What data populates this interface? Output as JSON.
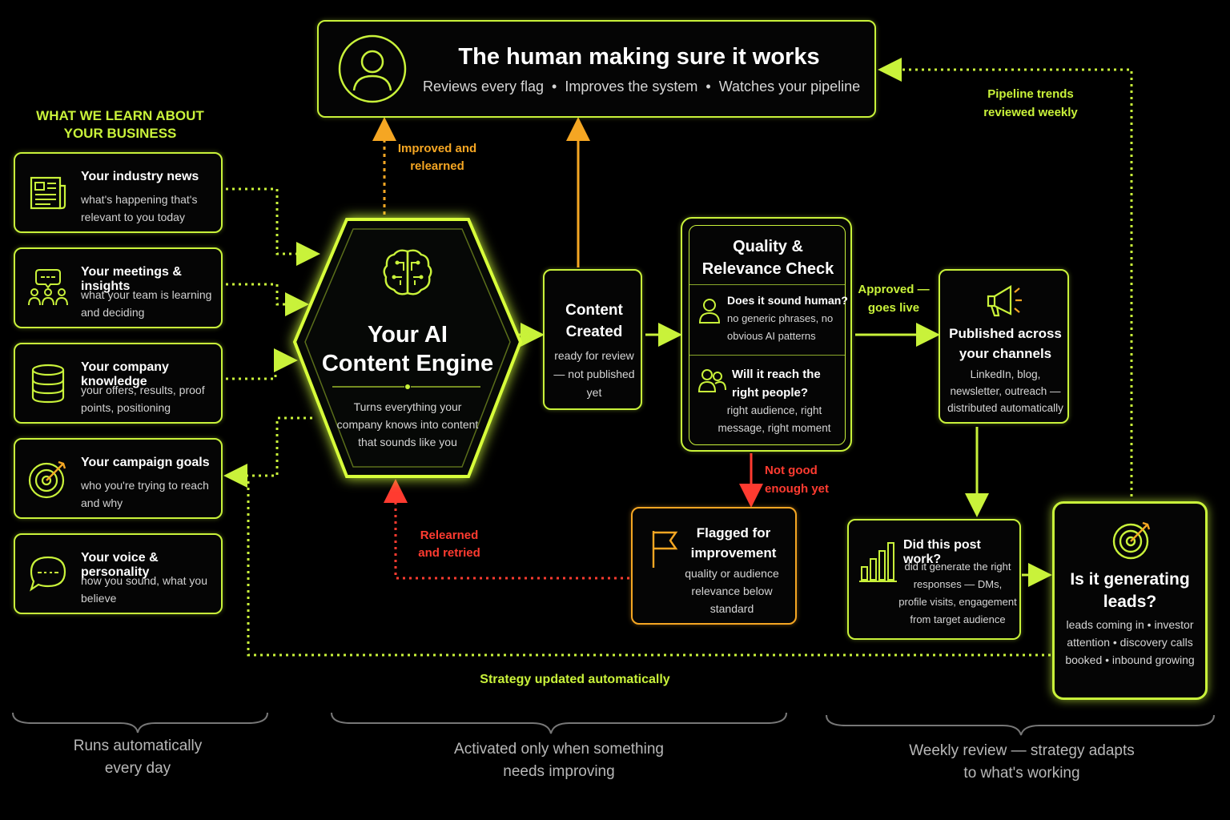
{
  "human": {
    "title": "The human making sure it works",
    "subtitle": "Reviews every flag  •  Improves the system  •  Watches your pipeline"
  },
  "learn_heading": "WHAT WE LEARN ABOUT YOUR BUSINESS",
  "sources": [
    {
      "title": "Your industry news",
      "desc": "what's happening that's relevant to you today",
      "icon": "newspaper-icon"
    },
    {
      "title": "Your meetings & insights",
      "desc": "what your team is learning and deciding",
      "icon": "meeting-icon"
    },
    {
      "title": "Your company knowledge",
      "desc": "your offers, results, proof points, positioning",
      "icon": "database-icon"
    },
    {
      "title": "Your campaign goals",
      "desc": "who you're trying to reach and why",
      "icon": "target-icon"
    },
    {
      "title": "Your voice & personality",
      "desc": "how you sound, what you believe",
      "icon": "speech-bubble-icon"
    }
  ],
  "engine": {
    "title_line1": "Your AI",
    "title_line2": "Content Engine",
    "desc": "Turns everything your company knows into content that sounds like you"
  },
  "content_created": {
    "title": "Content Created",
    "desc": "ready for review — not published yet"
  },
  "quality": {
    "title": "Quality & Relevance Check",
    "check1_title": "Does it sound human?",
    "check1_desc": "no generic phrases, no obvious AI patterns",
    "check2_title": "Will it reach the right people?",
    "check2_desc": "right audience, right message, right moment"
  },
  "published": {
    "title": "Published across your channels",
    "desc": "LinkedIn, blog, newsletter, outreach — distributed automatically"
  },
  "flagged": {
    "title": "Flagged for improvement",
    "desc": "quality or audience relevance below standard"
  },
  "post_work": {
    "title": "Did this post work?",
    "desc": "did it generate the right responses — DMs, profile visits, engagement from target audience"
  },
  "leads": {
    "title": "Is it generating leads?",
    "desc": "leads coming in • investor attention • discovery calls booked • inbound growing"
  },
  "labels": {
    "improved": "Improved and relearned",
    "approved": "Approved — goes live",
    "not_good": "Not good enough yet",
    "relearned": "Relearned and retried",
    "pipeline": "Pipeline trends reviewed weekly",
    "strategy": "Strategy updated automatically"
  },
  "footer": {
    "left": "Runs automatically every day",
    "middle": "Activated only when something needs improving",
    "right": "Weekly review — strategy adapts to what's working"
  },
  "colors": {
    "lime": "#c9f23a",
    "orange": "#f5a623",
    "red": "#ff3b30",
    "background": "#000000"
  }
}
